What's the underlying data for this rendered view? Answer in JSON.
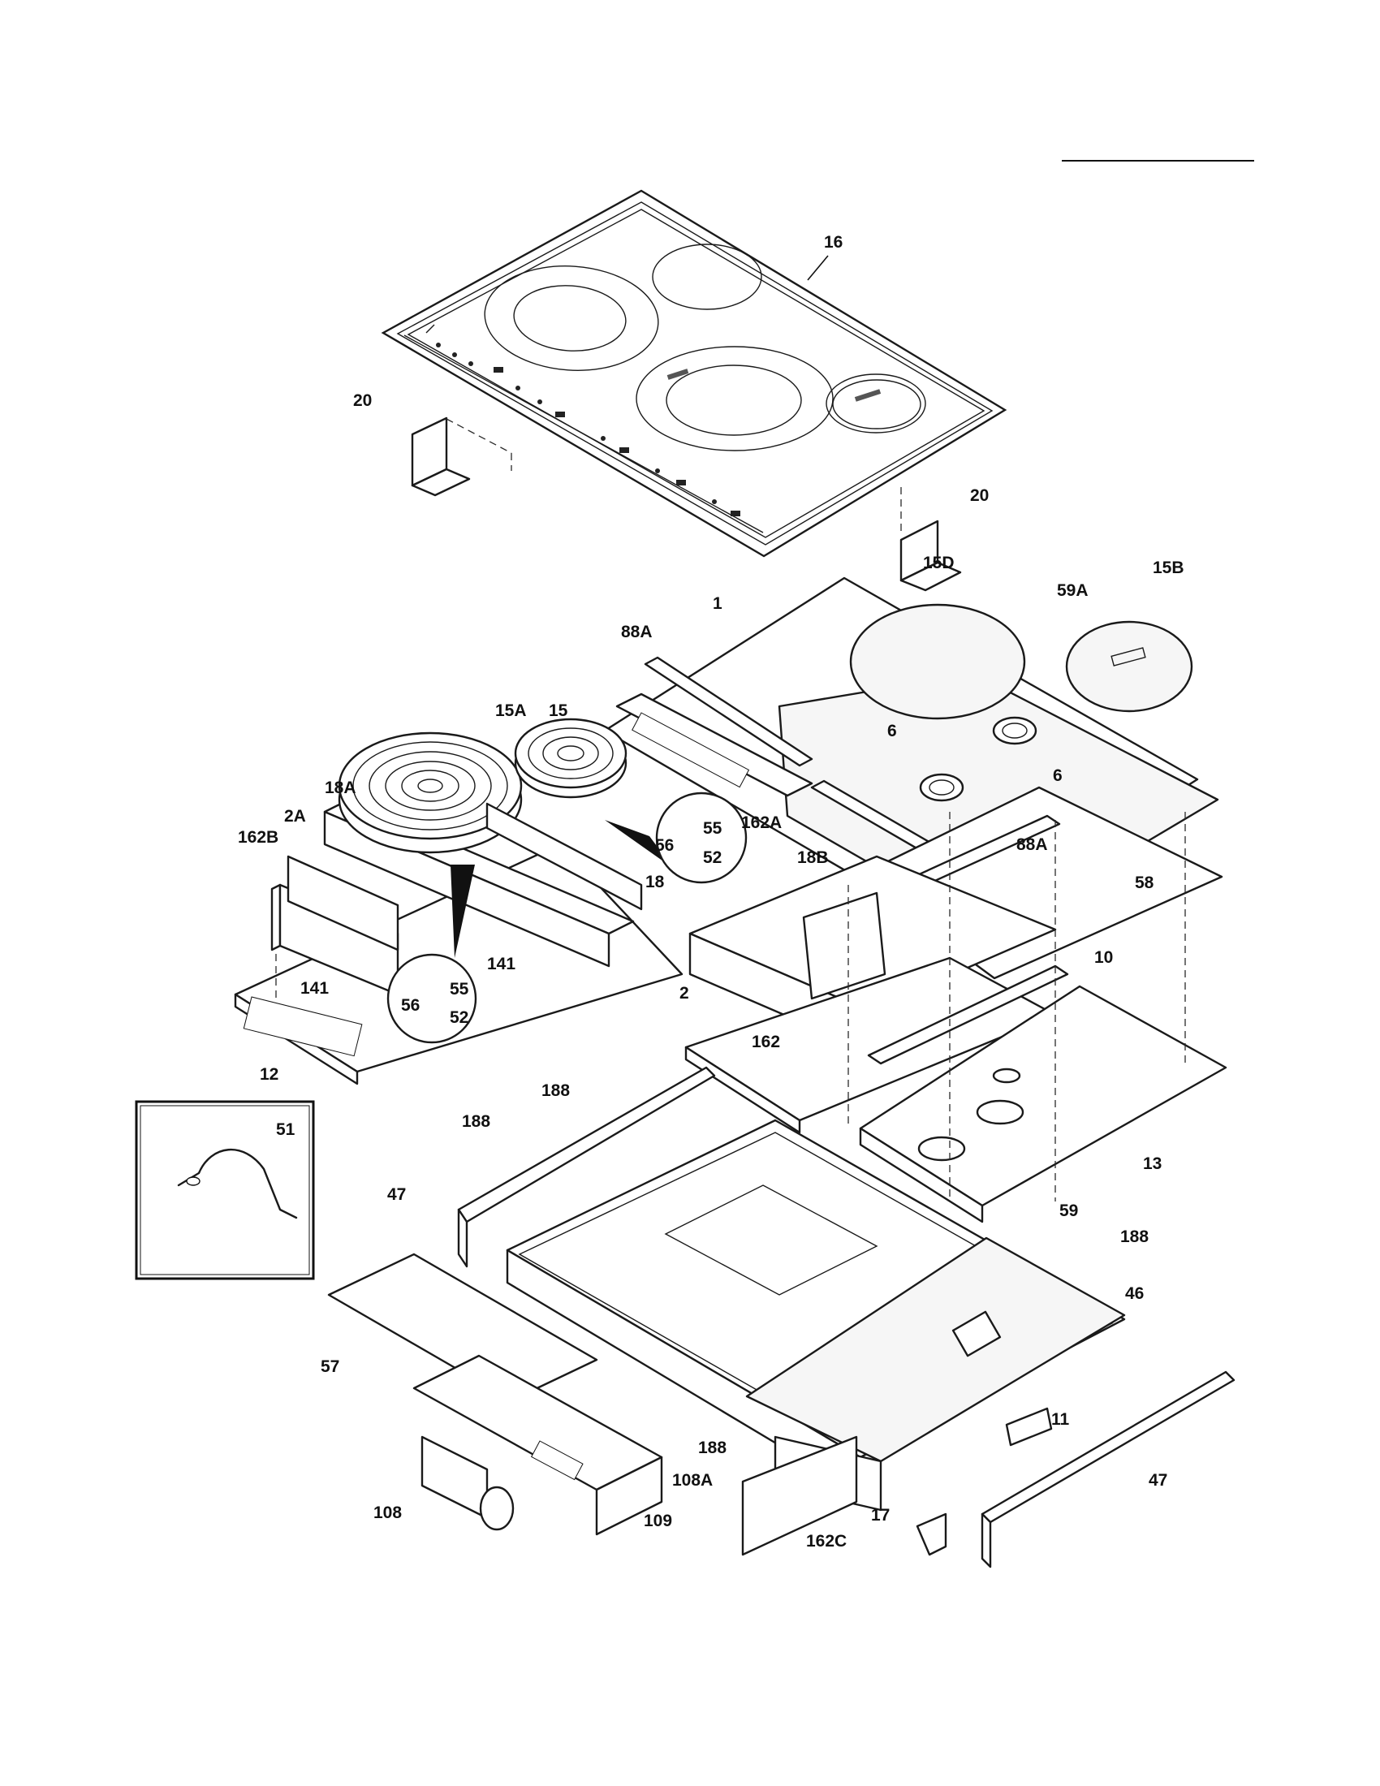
{
  "parts": {
    "p16": "16",
    "p20a": "20",
    "p20b": "20",
    "p15d": "15D",
    "p15b": "15B",
    "p59a": "59A",
    "p1": "1",
    "p88a_top": "88A",
    "p15a": "15A",
    "p15": "15",
    "p18a": "18A",
    "p2a": "2A",
    "p162b": "162B",
    "p55a": "55",
    "p56a": "56",
    "p52a": "52",
    "p6a": "6",
    "p6b": "6",
    "p88a_bot": "88A",
    "p162a": "162A",
    "p18b": "18B",
    "p18": "18",
    "p58": "58",
    "p141a": "141",
    "p141b": "141",
    "p55b": "55",
    "p56b": "56",
    "p52b": "52",
    "p10": "10",
    "p2": "2",
    "p12": "12",
    "p162": "162",
    "p51": "51",
    "p188a": "188",
    "p188b": "188",
    "p13": "13",
    "p47a": "47",
    "p59": "59",
    "p188c": "188",
    "p46": "46",
    "p57": "57",
    "p11": "11",
    "p188d": "188",
    "p108a": "108A",
    "p47b": "47",
    "p108": "108",
    "p109": "109",
    "p17": "17",
    "p162c": "162C"
  },
  "icons": {
    "inset_bracket": "pipe-clamp-icon",
    "detail_circle": "screw-detail-icon"
  }
}
